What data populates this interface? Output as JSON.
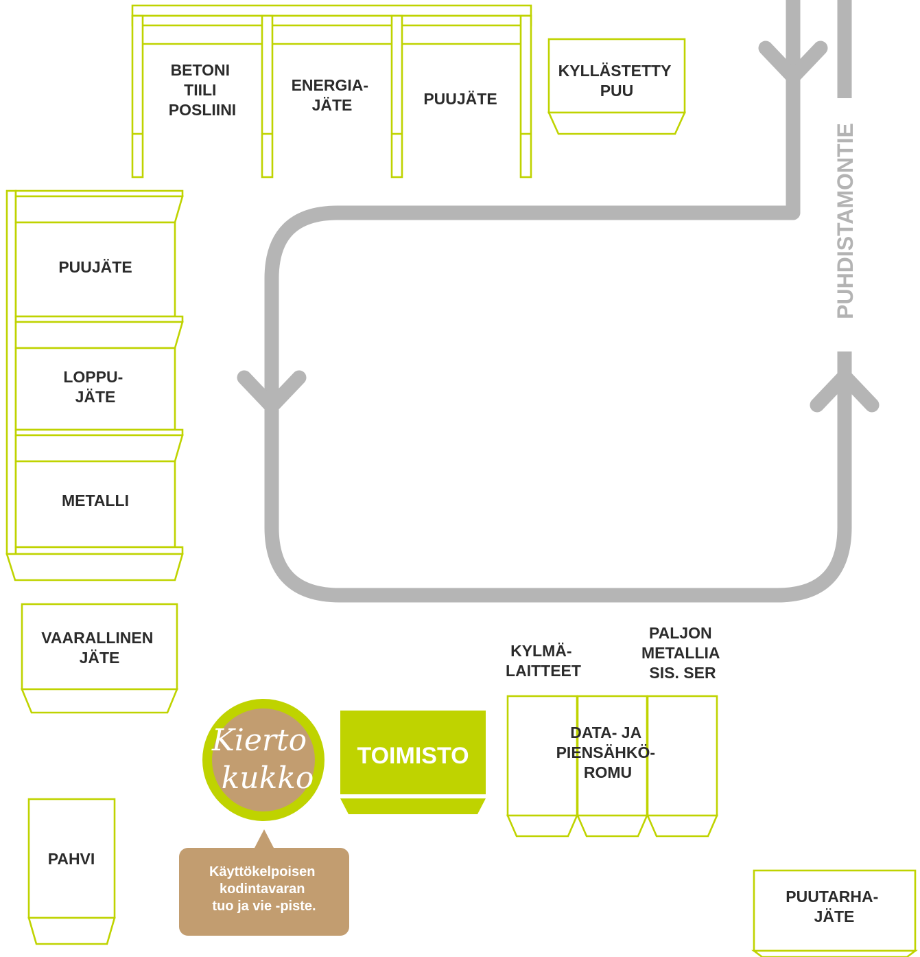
{
  "road": {
    "name": "PUHDISTAMONTIE",
    "color": "#b5b5b5"
  },
  "colors": {
    "container_outline": "#bfd300",
    "office_fill": "#bfd300",
    "logo_fill": "#c29d70",
    "bubble_fill": "#c29d70"
  },
  "containers": {
    "betoni": [
      "BETONI",
      "TIILI",
      "POSLIINI"
    ],
    "energia": [
      "ENERGIA-",
      "JÄTE"
    ],
    "puujate_top": [
      "PUUJÄTE"
    ],
    "kyllastetty": [
      "KYLLÄSTETTY",
      "PUU"
    ],
    "puujate_left": [
      "PUUJÄTE"
    ],
    "loppujate": [
      "LOPPU-",
      "JÄTE"
    ],
    "metalli": [
      "METALLI"
    ],
    "vaarallinen": [
      "VAARALLINEN",
      "JÄTE"
    ],
    "pahvi": [
      "PAHVI"
    ],
    "kylma": [
      "KYLMÄ-",
      "LAITTEET"
    ],
    "paljon": [
      "PALJON",
      "METALLIA",
      "SIS. SER"
    ],
    "data": [
      "DATA- JA",
      "PIENSÄHKÖ-",
      "ROMU"
    ],
    "puutarha": [
      "PUUTARHA-",
      "JÄTE"
    ]
  },
  "office": {
    "label": "TOIMISTO"
  },
  "logo": {
    "line1": "Kierto",
    "line2": "kukko"
  },
  "bubble": {
    "lines": [
      "Käyttökelpoisen",
      "kodintavaran",
      "tuo ja vie -piste."
    ]
  }
}
